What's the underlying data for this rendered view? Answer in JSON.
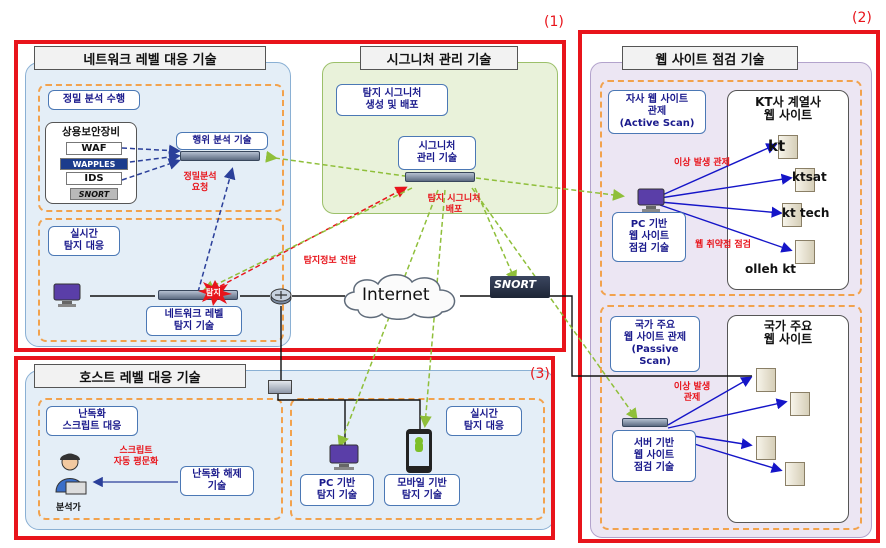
{
  "sections": {
    "num1": "(1)",
    "num2": "(2)",
    "num3": "(3)"
  },
  "network_level": {
    "title": "네트워크 레벨 대응 기술",
    "precise_analysis": "정밀 분석 수행",
    "commercial_security": "상용보안장비",
    "waf": "WAF",
    "wapples": "WAPPLES",
    "ids": "IDS",
    "snort_small": "SNORT",
    "behavior_analysis": "행위 분석 기술",
    "precise_request": "정밀분석\n요청",
    "realtime_detection": "실시간\n탐지 대응",
    "network_detection": "네트워크 레벨\n탐지 기술",
    "detect_tag": "탐지"
  },
  "signature": {
    "title": "시그니처 관리 기술",
    "create_distribute": "탐지 시그니처\n생성 및 배포",
    "manage": "시그니처\n관리 기술",
    "distribute_label": "탐지 시그니처\n배포",
    "info_forward": "탐지정보 전달"
  },
  "internet": "Internet",
  "snort_big": "SNORT",
  "website_check": {
    "title": "웹 사이트 점검 기술",
    "own_sites": "자사 웹 사이트\n관제\n(Active Scan)",
    "kt_affiliates": "KT사 계열사\n웹 사이트",
    "anomaly": "이상 발생 관제",
    "vuln_check": "웹 취약점 점검",
    "pc_based": "PC 기반\n웹 사이트\n점검 기술",
    "kt1": "kt",
    "kt2": "ktsat",
    "kt3": "kt tech",
    "kt4": "olleh kt",
    "national_control": "국가 주요\n웹 사이트 관제\n(Passive\nScan)",
    "national_sites": "국가 주요\n웹 사이트",
    "anomaly2": "이상 발생\n관제",
    "server_based": "서버 기반\n웹 사이트\n점검 기술"
  },
  "host_level": {
    "title": "호스트 레벨 대응 기술",
    "obfuscation": "난독화\n스크립트 대응",
    "script_auto": "스크립트\n자동 평문화",
    "deobfuscation": "난독화 해제\n기술",
    "analyst": "분석가",
    "realtime": "실시간\n탐지 대응",
    "pc_detect": "PC 기반\n탐지 기술",
    "mobile_detect": "모바일 기반\n탐지 기술"
  }
}
